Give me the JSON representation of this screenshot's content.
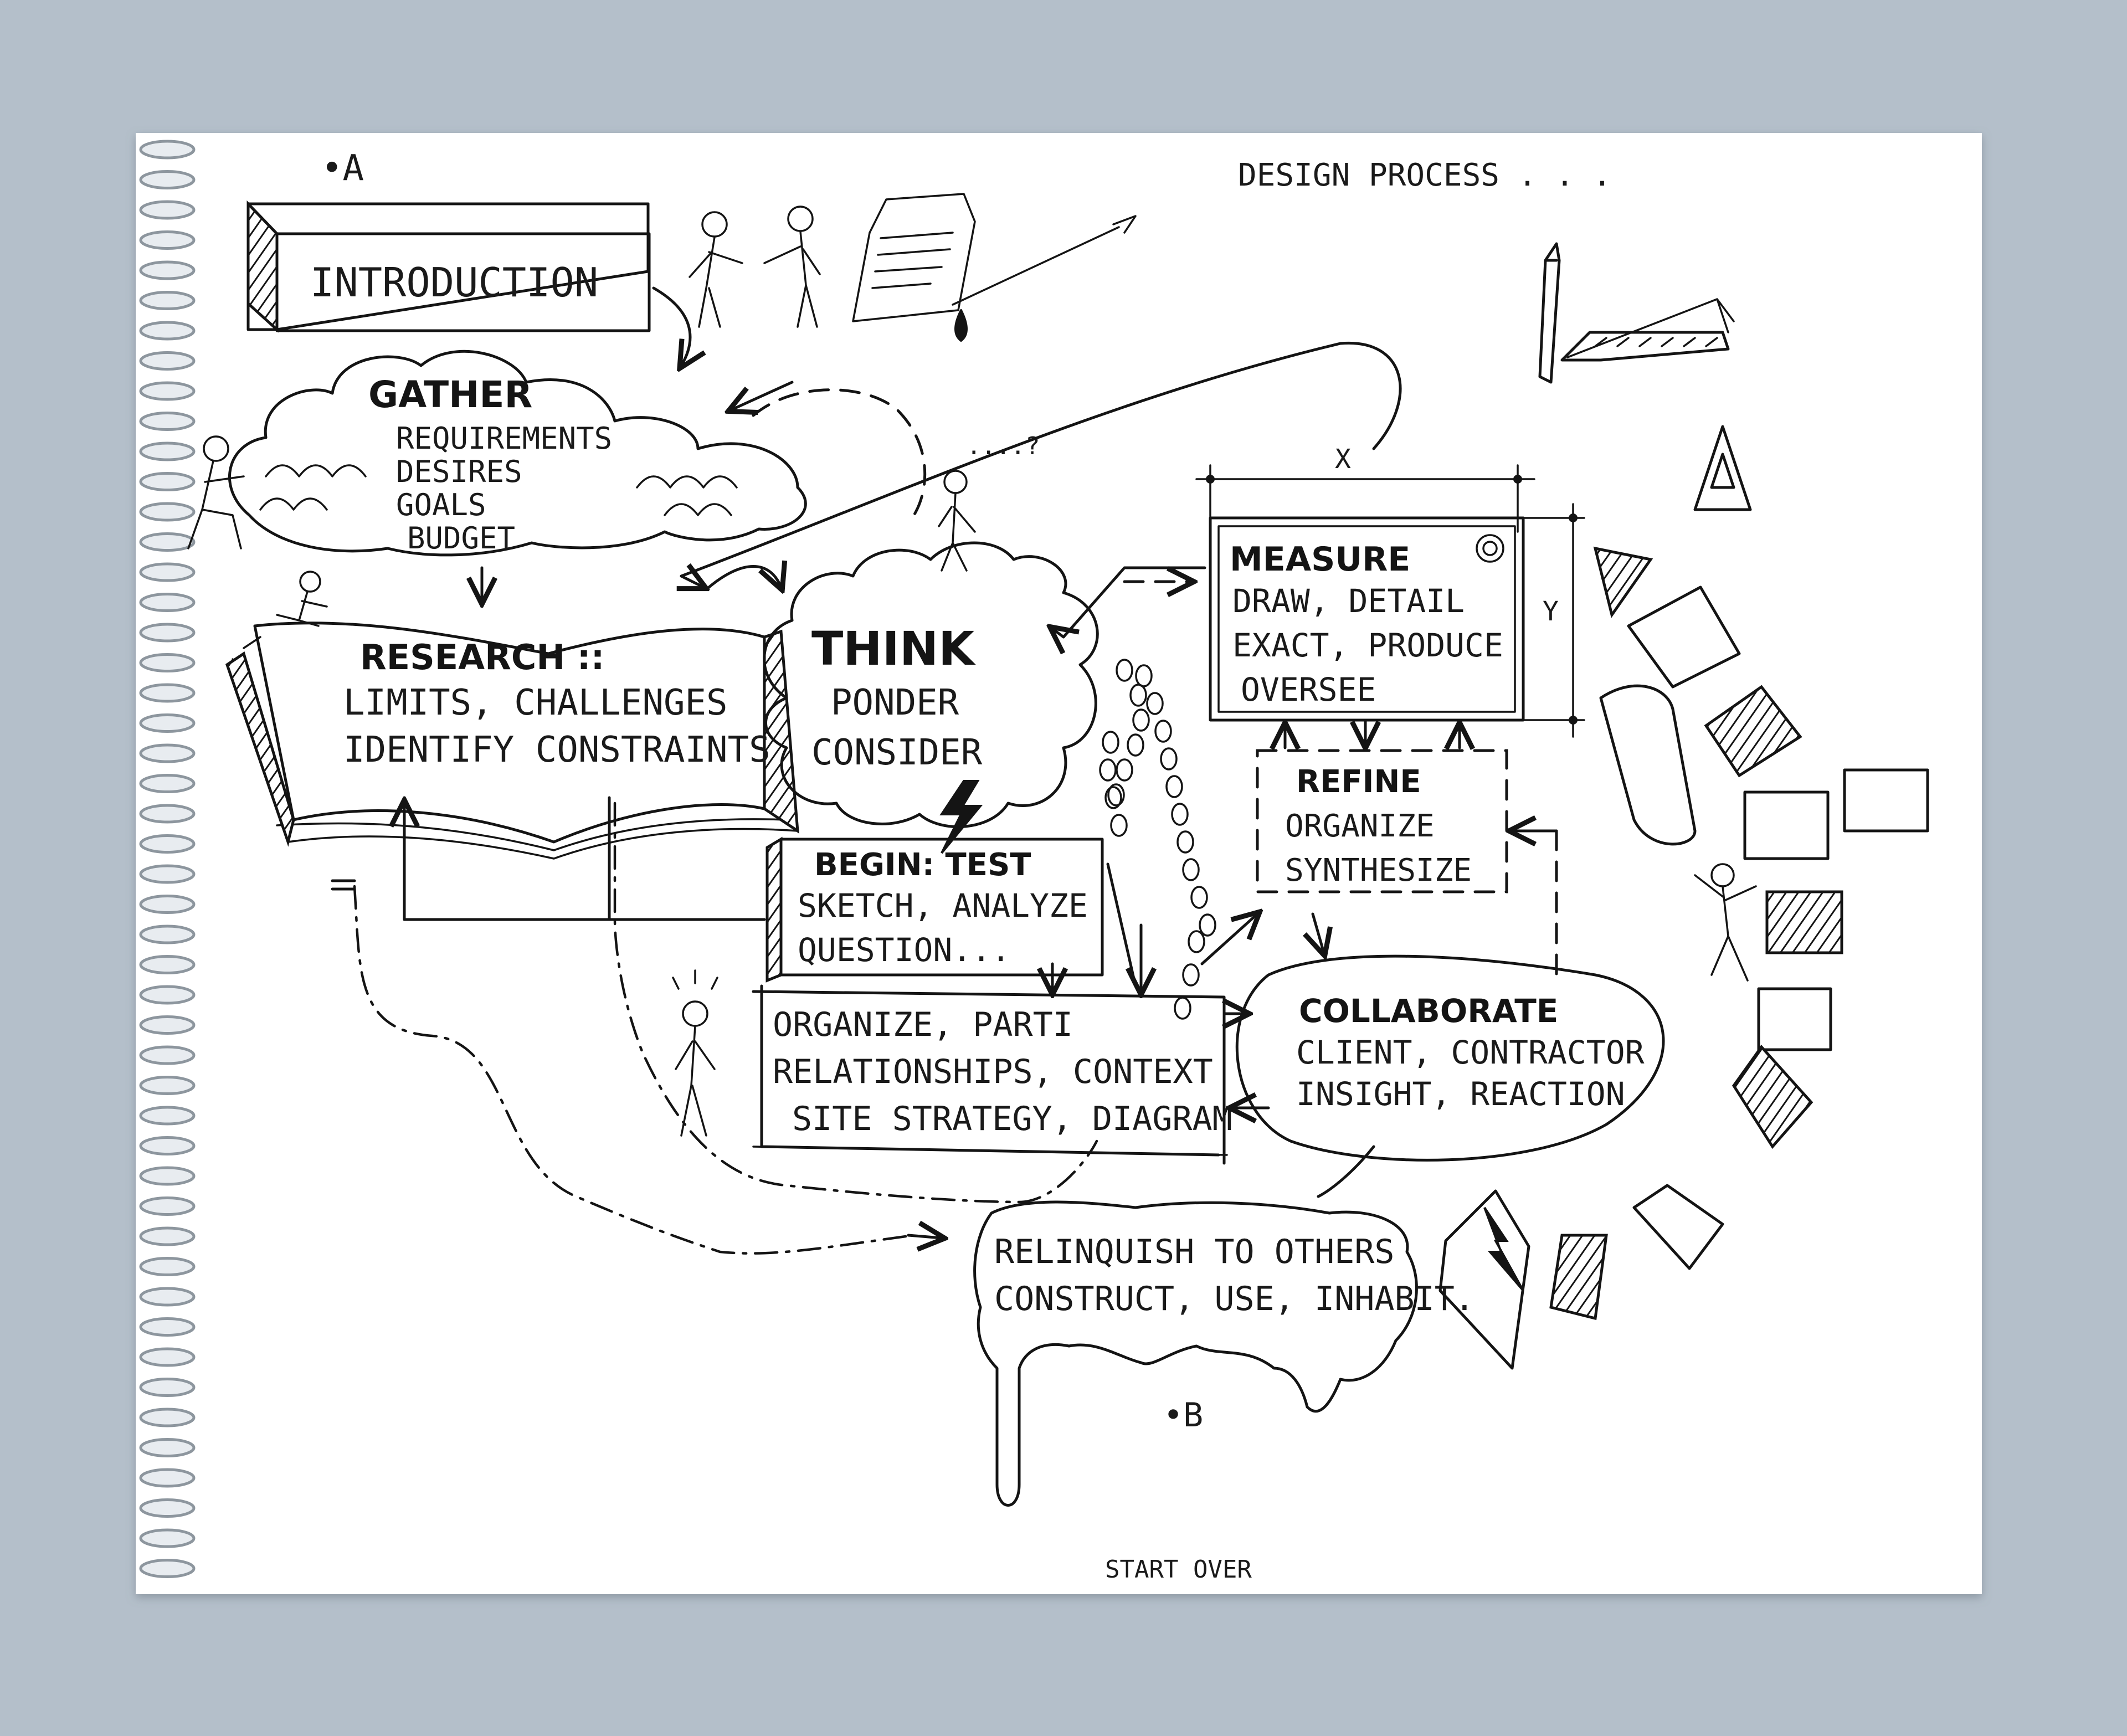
{
  "header": {
    "title": "DESIGN PROCESS . . .",
    "start_marker": "•A",
    "end_marker": "•B",
    "footer": "START OVER"
  },
  "stages": {
    "introduction": {
      "title": "INTRODUCTION"
    },
    "gather": {
      "title": "GATHER",
      "items": [
        "REQUIREMENTS",
        "DESIRES",
        "GOALS",
        "BUDGET"
      ]
    },
    "research": {
      "title": "RESEARCH ::",
      "lines": [
        "LIMITS, CHALLENGES",
        "IDENTIFY CONSTRAINTS"
      ]
    },
    "think": {
      "title": "THINK",
      "lines": [
        "PONDER",
        "CONSIDER"
      ]
    },
    "test": {
      "title": "BEGIN: TEST",
      "lines": [
        "SKETCH, ANALYZE",
        "QUESTION..."
      ]
    },
    "measure": {
      "title": "MEASURE",
      "lines": [
        "DRAW, DETAIL",
        "EXACT, PRODUCE",
        "OVERSEE"
      ]
    },
    "refine": {
      "title": "REFINE",
      "lines": [
        "ORGANIZE",
        "SYNTHESIZE"
      ]
    },
    "organize": {
      "lines": [
        "ORGANIZE, PARTI",
        "RELATIONSHIPS, CONTEXT",
        "SITE STRATEGY, DIAGRAM"
      ]
    },
    "collaborate": {
      "title": "COLLABORATE",
      "lines": [
        "CLIENT, CONTRACTOR",
        "INSIGHT, REACTION"
      ]
    },
    "relinquish": {
      "lines": [
        "RELINQUISH TO OTHERS",
        "CONSTRUCT, USE, INHABIT."
      ]
    }
  },
  "dimensions": {
    "x_label": "X",
    "y_label": "Y"
  },
  "thought": {
    "text": "....?"
  },
  "colors": {
    "background": "#b4bfca",
    "paper": "#ffffff",
    "ink": "#141414"
  }
}
